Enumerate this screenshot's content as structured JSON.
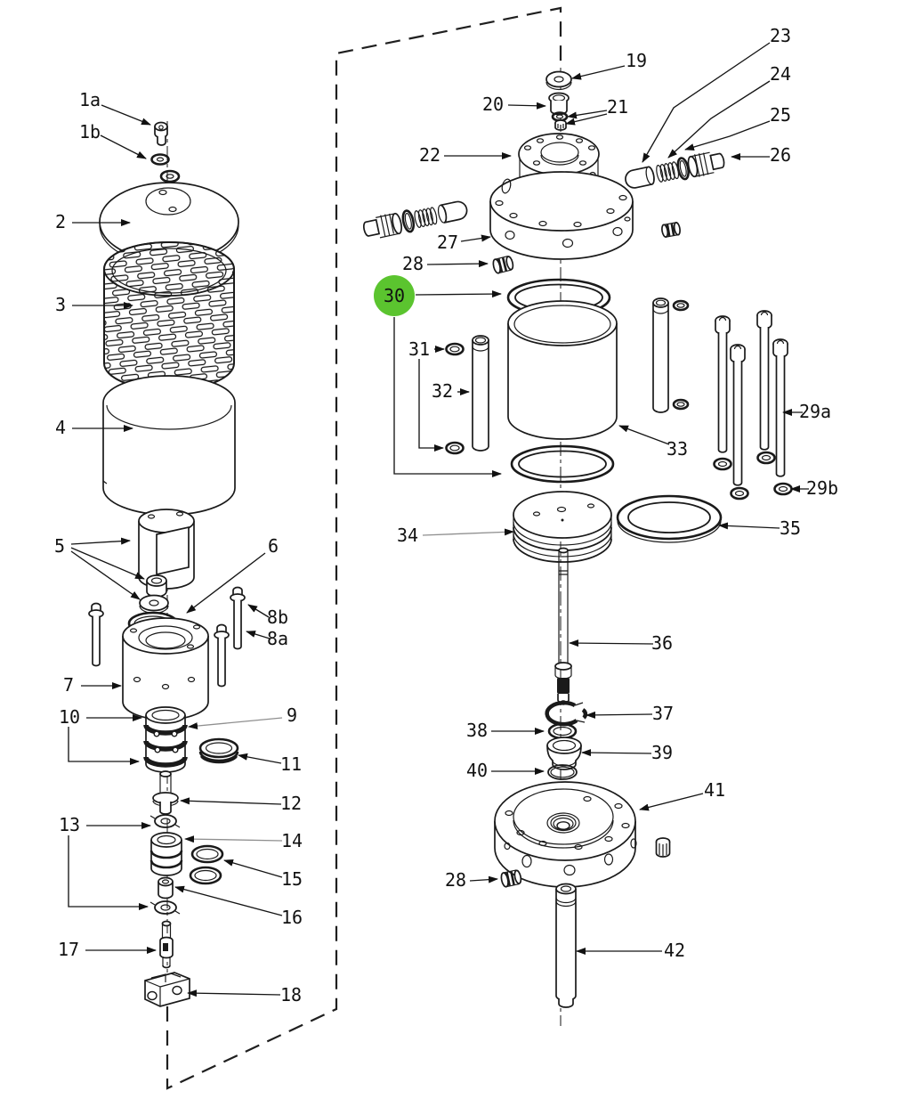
{
  "diagram": {
    "background_color": "#ffffff",
    "line_color": "#1a1a1a",
    "highlight": {
      "part": "30",
      "color": "#5bc42f",
      "text_color": "#111111"
    },
    "callouts": [
      {
        "id": "1a",
        "label": "1a"
      },
      {
        "id": "1b",
        "label": "1b"
      },
      {
        "id": "2",
        "label": "2"
      },
      {
        "id": "3",
        "label": "3"
      },
      {
        "id": "4",
        "label": "4"
      },
      {
        "id": "5",
        "label": "5"
      },
      {
        "id": "6",
        "label": "6"
      },
      {
        "id": "7",
        "label": "7"
      },
      {
        "id": "8b",
        "label": "8b"
      },
      {
        "id": "8a",
        "label": "8a"
      },
      {
        "id": "10",
        "label": "10"
      },
      {
        "id": "9",
        "label": "9"
      },
      {
        "id": "11",
        "label": "11"
      },
      {
        "id": "12",
        "label": "12"
      },
      {
        "id": "13",
        "label": "13"
      },
      {
        "id": "14",
        "label": "14"
      },
      {
        "id": "15",
        "label": "15"
      },
      {
        "id": "16",
        "label": "16"
      },
      {
        "id": "17",
        "label": "17"
      },
      {
        "id": "18",
        "label": "18"
      },
      {
        "id": "19",
        "label": "19"
      },
      {
        "id": "20",
        "label": "20"
      },
      {
        "id": "21",
        "label": "21"
      },
      {
        "id": "22",
        "label": "22"
      },
      {
        "id": "23",
        "label": "23"
      },
      {
        "id": "24",
        "label": "24"
      },
      {
        "id": "25",
        "label": "25"
      },
      {
        "id": "26",
        "label": "26"
      },
      {
        "id": "27",
        "label": "27"
      },
      {
        "id": "28",
        "label": "28"
      },
      {
        "id": "30",
        "label": "30"
      },
      {
        "id": "31",
        "label": "31"
      },
      {
        "id": "32",
        "label": "32"
      },
      {
        "id": "33",
        "label": "33"
      },
      {
        "id": "29a",
        "label": "29a"
      },
      {
        "id": "29b",
        "label": "29b"
      },
      {
        "id": "34",
        "label": "34"
      },
      {
        "id": "35",
        "label": "35"
      },
      {
        "id": "36",
        "label": "36"
      },
      {
        "id": "37",
        "label": "37"
      },
      {
        "id": "38",
        "label": "38"
      },
      {
        "id": "39",
        "label": "39"
      },
      {
        "id": "40",
        "label": "40"
      },
      {
        "id": "41",
        "label": "41"
      },
      {
        "id": "28b",
        "label": "28"
      },
      {
        "id": "42",
        "label": "42"
      }
    ]
  }
}
